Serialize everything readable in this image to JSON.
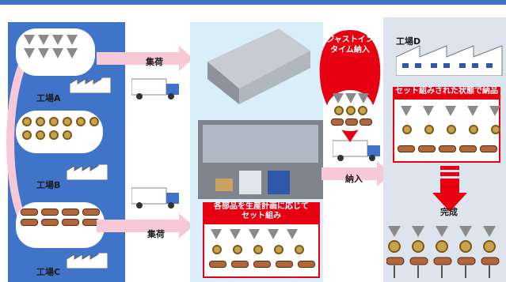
{
  "labels": {
    "collect_top": "集荷",
    "collect_bottom": "集荷",
    "deliver": "納入",
    "factory_a": "工場A",
    "factory_b": "工場B",
    "factory_c": "工場C",
    "factory_d": "工場D",
    "jit": "ジャストイン\nタイム納入",
    "set_delivery": "セット組みされた状態で納品",
    "warehouse_set": "各部品を生産計画に応じて\nセット組み",
    "done": "完成"
  },
  "colors": {
    "blue_panel": "#3f74c8",
    "light_panel": "#d9eef8",
    "gray_panel": "#dde4ee",
    "red": "#e60012",
    "arrow_pink": "#f7c9d6"
  }
}
